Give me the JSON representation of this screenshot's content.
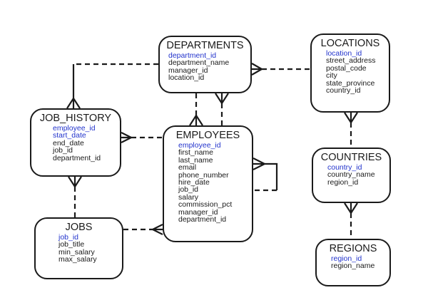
{
  "diagram_type": "entity-relationship",
  "colors": {
    "pk_text": "#2233cc",
    "line": "#1a1a1a",
    "entity_bg": "#ffffff"
  },
  "entities": {
    "departments": {
      "title": "DEPARTMENTS",
      "fields": [
        {
          "name": "department_id",
          "pk": true
        },
        {
          "name": "department_name",
          "pk": false
        },
        {
          "name": "manager_id",
          "pk": false
        },
        {
          "name": "location_id",
          "pk": false
        }
      ]
    },
    "locations": {
      "title": "LOCATIONS",
      "fields": [
        {
          "name": "location_id",
          "pk": true
        },
        {
          "name": "street_address",
          "pk": false
        },
        {
          "name": "postal_code",
          "pk": false
        },
        {
          "name": "city",
          "pk": false
        },
        {
          "name": "state_province",
          "pk": false
        },
        {
          "name": "country_id",
          "pk": false
        }
      ]
    },
    "job_history": {
      "title": "JOB_HISTORY",
      "fields": [
        {
          "name": "employee_id",
          "pk": true
        },
        {
          "name": "start_date",
          "pk": true
        },
        {
          "name": "end_date",
          "pk": false
        },
        {
          "name": "job_id",
          "pk": false
        },
        {
          "name": "department_id",
          "pk": false
        }
      ]
    },
    "employees": {
      "title": "EMPLOYEES",
      "fields": [
        {
          "name": "employee_id",
          "pk": true
        },
        {
          "name": "first_name",
          "pk": false
        },
        {
          "name": "last_name",
          "pk": false
        },
        {
          "name": "email",
          "pk": false
        },
        {
          "name": "phone_number",
          "pk": false
        },
        {
          "name": "hire_date",
          "pk": false
        },
        {
          "name": "job_id",
          "pk": false
        },
        {
          "name": "salary",
          "pk": false
        },
        {
          "name": "commission_pct",
          "pk": false
        },
        {
          "name": "manager_id",
          "pk": false
        },
        {
          "name": "department_id",
          "pk": false
        }
      ]
    },
    "countries": {
      "title": "COUNTRIES",
      "fields": [
        {
          "name": "country_id",
          "pk": true
        },
        {
          "name": "country_name",
          "pk": false
        },
        {
          "name": "region_id",
          "pk": false
        }
      ]
    },
    "jobs": {
      "title": "JOBS",
      "fields": [
        {
          "name": "job_id",
          "pk": true
        },
        {
          "name": "job_title",
          "pk": false
        },
        {
          "name": "min_salary",
          "pk": false
        },
        {
          "name": "max_salary",
          "pk": false
        }
      ]
    },
    "regions": {
      "title": "REGIONS",
      "fields": [
        {
          "name": "region_id",
          "pk": true
        },
        {
          "name": "region_name",
          "pk": false
        }
      ]
    }
  },
  "relationships": [
    {
      "one_end": "LOCATIONS",
      "many_end": "DEPARTMENTS",
      "line": "dashed"
    },
    {
      "one_end": "DEPARTMENTS",
      "many_end": "JOB_HISTORY",
      "line": "dashed"
    },
    {
      "one_end": "DEPARTMENTS",
      "many_end": "EMPLOYEES",
      "line": "dashed"
    },
    {
      "one_end": "EMPLOYEES",
      "many_end": "DEPARTMENTS",
      "line": "dashed"
    },
    {
      "one_end": "EMPLOYEES",
      "many_end": "JOB_HISTORY",
      "line": "dashed"
    },
    {
      "one_end": "JOBS",
      "many_end": "JOB_HISTORY",
      "line": "dashed"
    },
    {
      "one_end": "JOBS",
      "many_end": "EMPLOYEES",
      "line": "dashed"
    },
    {
      "one_end": "EMPLOYEES",
      "many_end": "EMPLOYEES",
      "line": "dashed",
      "self": true
    },
    {
      "one_end": "COUNTRIES",
      "many_end": "LOCATIONS",
      "line": "dashed"
    },
    {
      "one_end": "REGIONS",
      "many_end": "COUNTRIES",
      "line": "dashed"
    }
  ]
}
